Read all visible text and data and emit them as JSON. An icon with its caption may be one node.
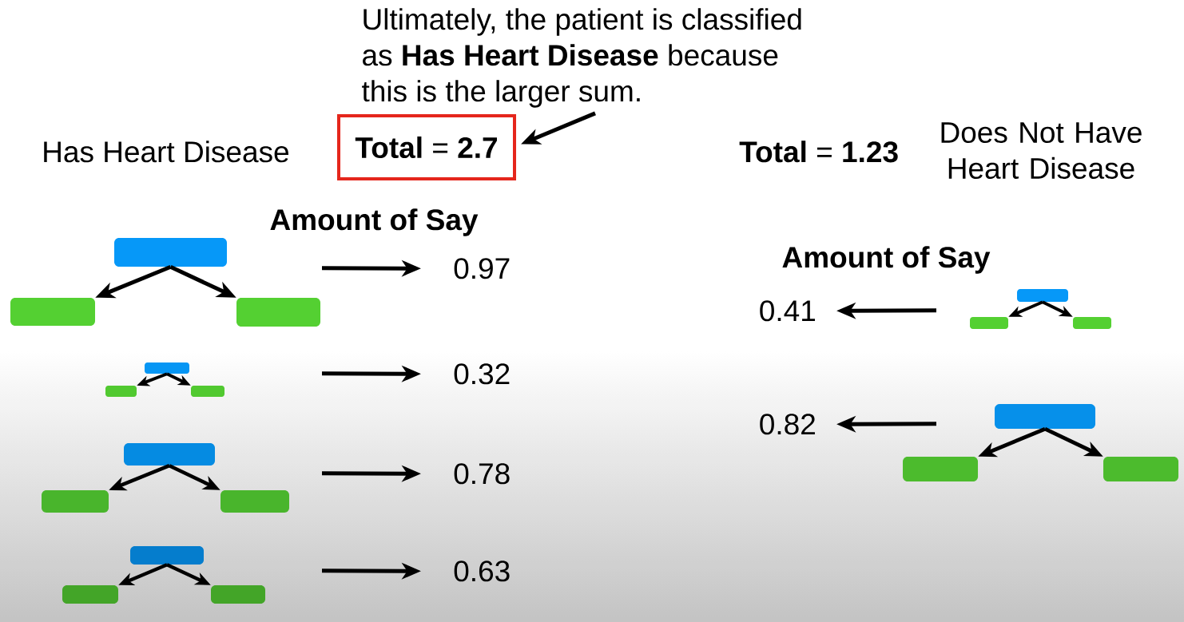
{
  "diagram": {
    "nodes": [
      {
        "text": [
          "Ultimately, the patient is classified as **Has Heart Disease** because this is the larger sum."
        ]
      },
      {
        "text": [
          "**Total** = **2.7**"
        ]
      },
      {
        "text": [],
        "shape": "box"
      },
      {
        "text": [],
        "shape": "box"
      },
      {
        "text": [],
        "shape": "box"
      },
      {
        "text": [
          "0.97"
        ]
      },
      {
        "text": [],
        "shape": "box"
      },
      {
        "text": [],
        "shape": "box"
      },
      {
        "text": [],
        "shape": "box"
      },
      {
        "text": [
          "0.32"
        ]
      },
      {
        "text": [],
        "shape": "box"
      },
      {
        "text": [],
        "shape": "box"
      },
      {
        "text": [],
        "shape": "box"
      },
      {
        "text": [
          "0.78"
        ]
      },
      {
        "text": [],
        "shape": "box"
      },
      {
        "text": [],
        "shape": "box"
      },
      {
        "text": [],
        "shape": "box"
      },
      {
        "text": [
          "0.63"
        ]
      },
      {
        "text": [],
        "shape": "box"
      },
      {
        "text": [],
        "shape": "box"
      },
      {
        "text": [],
        "shape": "box"
      },
      {
        "text": [
          "0.41"
        ]
      },
      {
        "text": [],
        "shape": "box"
      },
      {
        "text": [],
        "shape": "box"
      },
      {
        "text": [],
        "shape": "box"
      },
      {
        "text": [
          "0.82"
        ]
      }
    ],
    "edges": [
      {
        "from": 0,
        "to": 1,
        "arrow": "to"
      },
      {
        "from": 2,
        "to": 3,
        "arrow": "to"
      },
      {
        "from": 2,
        "to": 4,
        "arrow": "to"
      },
      {
        "from": null,
        "to": 5,
        "arrow": "to"
      },
      {
        "from": 6,
        "to": 7,
        "arrow": "to"
      },
      {
        "from": 6,
        "to": 8,
        "arrow": "to"
      },
      {
        "from": null,
        "to": 9,
        "arrow": "to"
      },
      {
        "from": 10,
        "to": 11,
        "arrow": "to"
      },
      {
        "from": 10,
        "to": 12,
        "arrow": "to"
      },
      {
        "from": null,
        "to": 13,
        "arrow": "to"
      },
      {
        "from": 14,
        "to": 15,
        "arrow": "to"
      },
      {
        "from": 14,
        "to": 16,
        "arrow": "to"
      },
      {
        "from": null,
        "to": 17,
        "arrow": "to"
      },
      {
        "from": 18,
        "to": 19,
        "arrow": "to"
      },
      {
        "from": 18,
        "to": 20,
        "arrow": "to"
      },
      {
        "from": null,
        "to": 21,
        "arrow": "to"
      },
      {
        "from": 22,
        "to": 23,
        "arrow": "to"
      },
      {
        "from": 22,
        "to": 24,
        "arrow": "to"
      },
      {
        "from": null,
        "to": 25,
        "arrow": "to"
      }
    ],
    "labels": [
      "Has Heart Disease",
      "**Total** = **1.23**",
      "Does Not Have Heart Disease",
      "Amount of Say",
      "Amount of Say"
    ]
  }
}
